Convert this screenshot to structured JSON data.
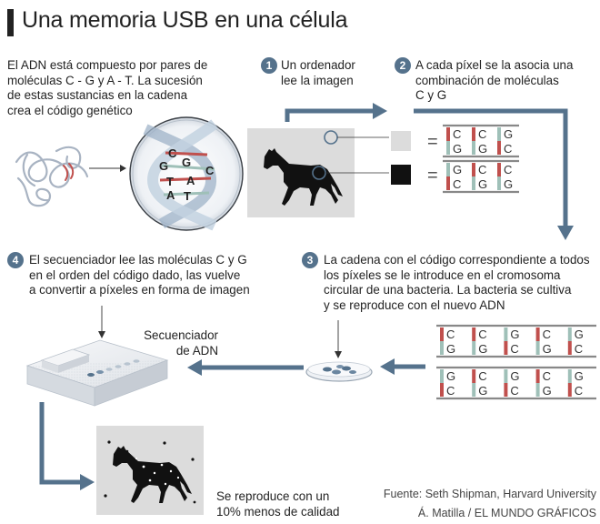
{
  "title": "Una memoria USB en una célula",
  "intro_text": "El ADN está compuesto por pares de\nmoléculas C - G y A - T. La sucesión\nde estas sustancias en la cadena\ncrea el código genético",
  "dna_letters": [
    "C",
    "G",
    "G",
    "C",
    "T",
    "A",
    "A",
    "T"
  ],
  "steps": [
    {
      "number": "1",
      "text": "Un ordenador\nlee la imagen"
    },
    {
      "number": "2",
      "text": "A cada píxel se la asocia una\ncombinación de moléculas\nC y G"
    },
    {
      "number": "3",
      "text": "La cadena con el código correspondiente a todos\nlos píxeles se le introduce en el cromosoma\ncircular de una bacteria. La bacteria se cultiva\ny se reproduce con el nuevo ADN"
    },
    {
      "number": "4",
      "text": "El secuenciador lee las moléculas C y G\nen el orden del código dado, las vuelve\na convertir a píxeles en forma de imagen"
    }
  ],
  "equals_sign": "=",
  "pixel_codes": {
    "white": {
      "top": [
        "C",
        "C",
        "G"
      ],
      "bottom": [
        "G",
        "G",
        "C"
      ]
    },
    "black": {
      "top": [
        "G",
        "C",
        "C"
      ],
      "bottom": [
        "C",
        "G",
        "G"
      ]
    }
  },
  "chain_codes": {
    "row1": {
      "top": [
        "C",
        "C",
        "G",
        "C",
        "G"
      ],
      "bottom": [
        "G",
        "G",
        "C",
        "G",
        "C"
      ]
    },
    "row2": {
      "top": [
        "G",
        "C",
        "G",
        "C",
        "G"
      ],
      "bottom": [
        "C",
        "G",
        "C",
        "G",
        "C"
      ]
    }
  },
  "sequencer_label": "Secuenciador\nde ADN",
  "result_text": "Se reproduce con un\n10% menos de calidad",
  "source_text": "Fuente: Seth Shipman, Harvard University",
  "credit_text": "Á. Matilla / EL MUNDO GRÁFICOS",
  "colors": {
    "arrow": "#55728c",
    "accent_red": "#c0504d",
    "teal": "#9fc0b8",
    "gray_box": "#dcdcdc"
  }
}
